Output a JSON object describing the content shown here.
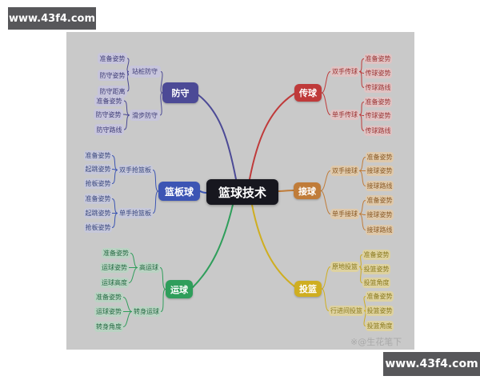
{
  "banners": {
    "top_left": "www.43f4.com",
    "bottom_right": "www.43f4.com"
  },
  "watermark": "※@生花笔下",
  "mindmap": {
    "root": {
      "id": "center",
      "label": "篮球技术"
    },
    "branches": [
      {
        "id": "defense",
        "label": "防守",
        "children": [
          {
            "id": "d1",
            "label": "站桩防守",
            "children": [
              {
                "id": "d1a",
                "label": "准备姿势"
              },
              {
                "id": "d1b",
                "label": "防守姿势"
              },
              {
                "id": "d1c",
                "label": "防守距离"
              }
            ]
          },
          {
            "id": "d2",
            "label": "滑步防守",
            "children": [
              {
                "id": "d2a",
                "label": "准备姿势"
              },
              {
                "id": "d2b",
                "label": "防守姿势"
              },
              {
                "id": "d2c",
                "label": "防守路线"
              }
            ]
          }
        ]
      },
      {
        "id": "rebound",
        "label": "篮板球",
        "children": [
          {
            "id": "r1",
            "label": "双手抢篮板",
            "children": [
              {
                "id": "r1a",
                "label": "准备姿势"
              },
              {
                "id": "r1b",
                "label": "起跳姿势"
              },
              {
                "id": "r1c",
                "label": "抢板姿势"
              }
            ]
          },
          {
            "id": "r2",
            "label": "单手抢篮板",
            "children": [
              {
                "id": "r2a",
                "label": "准备姿势"
              },
              {
                "id": "r2b",
                "label": "起跳姿势"
              },
              {
                "id": "r2c",
                "label": "抢板姿势"
              }
            ]
          }
        ]
      },
      {
        "id": "dribble",
        "label": "运球",
        "children": [
          {
            "id": "b1",
            "label": "高运球",
            "children": [
              {
                "id": "b1a",
                "label": "准备姿势"
              },
              {
                "id": "b1b",
                "label": "运球姿势"
              },
              {
                "id": "b1c",
                "label": "运球高度"
              }
            ]
          },
          {
            "id": "b2",
            "label": "转身运球",
            "children": [
              {
                "id": "b2a",
                "label": "准备姿势"
              },
              {
                "id": "b2b",
                "label": "运球姿势"
              },
              {
                "id": "b2c",
                "label": "转身角度"
              }
            ]
          }
        ]
      },
      {
        "id": "pass",
        "label": "传球",
        "children": [
          {
            "id": "p1",
            "label": "双手传球",
            "children": [
              {
                "id": "p1a",
                "label": "准备姿势"
              },
              {
                "id": "p1b",
                "label": "传球姿势"
              },
              {
                "id": "p1c",
                "label": "传球路线"
              }
            ]
          },
          {
            "id": "p2",
            "label": "单手传球",
            "children": [
              {
                "id": "p2a",
                "label": "准备姿势"
              },
              {
                "id": "p2b",
                "label": "传球姿势"
              },
              {
                "id": "p2c",
                "label": "传球路线"
              }
            ]
          }
        ]
      },
      {
        "id": "catch",
        "label": "接球",
        "children": [
          {
            "id": "c1",
            "label": "双手接球",
            "children": [
              {
                "id": "c1a",
                "label": "准备姿势"
              },
              {
                "id": "c1b",
                "label": "接球姿势"
              },
              {
                "id": "c1c",
                "label": "接球路线"
              }
            ]
          },
          {
            "id": "c2",
            "label": "单手接球",
            "children": [
              {
                "id": "c2a",
                "label": "准备姿势"
              },
              {
                "id": "c2b",
                "label": "接球姿势"
              },
              {
                "id": "c2c",
                "label": "接球路线"
              }
            ]
          }
        ]
      },
      {
        "id": "shoot",
        "label": "投篮",
        "children": [
          {
            "id": "s1",
            "label": "原地投篮",
            "children": [
              {
                "id": "s1a",
                "label": "准备姿势"
              },
              {
                "id": "s1b",
                "label": "投篮姿势"
              },
              {
                "id": "s1c",
                "label": "投篮角度"
              }
            ]
          },
          {
            "id": "s2",
            "label": "行进间投篮",
            "children": [
              {
                "id": "s2a",
                "label": "准备姿势"
              },
              {
                "id": "s2b",
                "label": "投篮姿势"
              },
              {
                "id": "s2c",
                "label": "投篮角度"
              }
            ]
          }
        ]
      }
    ]
  },
  "colors": {
    "defense": "#4c4a96",
    "rebound": "#3c55b4",
    "dribble": "#2f9e5b",
    "pass": "#bf3a3a",
    "catch": "#c07c39",
    "shoot": "#cfae21",
    "center_bg": "#17171f",
    "canvas_bg": "#c9c9c9"
  }
}
